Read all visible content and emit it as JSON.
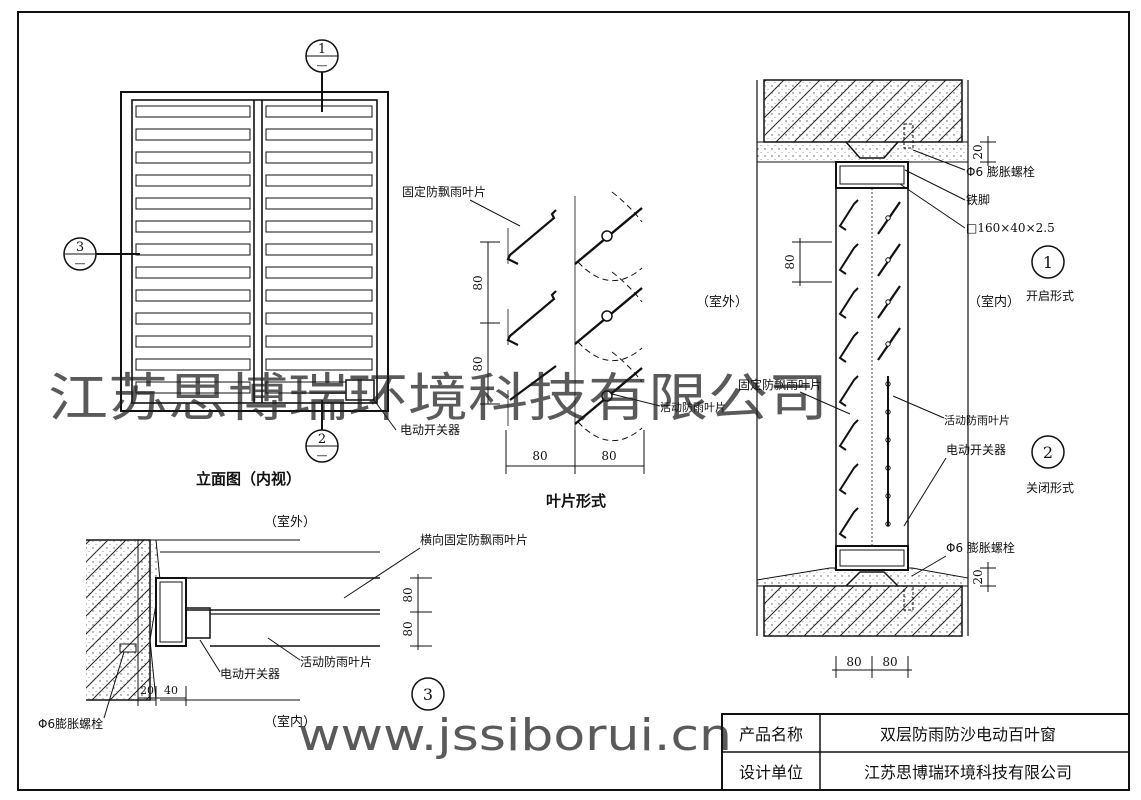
{
  "elevation": {
    "caption": "立面图（内视）",
    "section_tags": [
      {
        "num": "1",
        "sub": "—"
      },
      {
        "num": "2",
        "sub": "—"
      },
      {
        "num": "3",
        "sub": "—"
      }
    ],
    "switch_label": "电动开关器"
  },
  "blade_detail": {
    "caption": "叶片形式",
    "fixed_label": "固定防飘雨叶片",
    "movable_label": "活动防雨叶片",
    "dims": [
      "80",
      "80",
      "80",
      "80"
    ]
  },
  "section_vertical": {
    "outside": "（室外）",
    "inside": "（室内）",
    "bolt_top": "Φ6 膨胀螺栓",
    "iron_foot": "铁脚",
    "frame_size": "□160×40×2.5",
    "mark1": "1",
    "open_mode": "开启形式",
    "fixed_label": "固定防飘雨叶片",
    "movable_label": "活动防雨叶片",
    "switch_label": "电动开关器",
    "mark2": "2",
    "closed_mode": "关闭形式",
    "bolt_bottom": "Φ6 膨胀螺栓",
    "dim_20_top": "20",
    "dim_80": "80",
    "dim_20_bottom": "20",
    "dims_bottom": [
      "80",
      "80"
    ]
  },
  "section_horizontal": {
    "outside": "（室外）",
    "inside": "（室内）",
    "fixed_label": "横向固定防飘雨叶片",
    "movable_label": "活动防雨叶片",
    "switch_label": "电动开关器",
    "bolt": "Φ6膨胀螺栓",
    "dims_right": [
      "80",
      "80"
    ],
    "dims_bottom": [
      "20",
      "40"
    ],
    "mark": "3"
  },
  "watermark": {
    "company": "江苏思博瑞环境科技有限公司",
    "url": "www.jssiborui.cn"
  },
  "title_block": {
    "product_label": "产品名称",
    "product_value": "双层防雨防沙电动百叶窗",
    "designer_label": "设计单位",
    "designer_value": "江苏思博瑞环境科技有限公司"
  }
}
